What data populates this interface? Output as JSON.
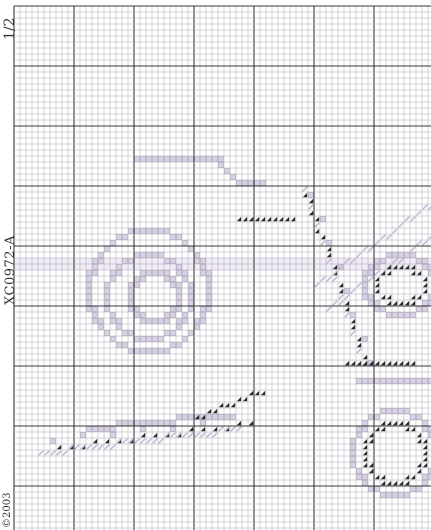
{
  "sheet": {
    "page_number": "1/2",
    "pattern_code": "XC0972-A",
    "copyright": "©2003"
  },
  "colors": {
    "paper": "#ffffff",
    "grid_minor": "#a8a8b4",
    "grid_major": "#3a3a3a",
    "stitch_outline": "#bdb4cb",
    "stitch_fill": "#d9d2e4",
    "stitch_dark": "#2a2a2a",
    "stitch_lavender": "#c7b8d8",
    "band_lavender": "#d6c8e6"
  },
  "chart_symbols": {
    "light": "rose outline cells",
    "dark": "triangle stitch cells",
    "lavender": "diagonal leaf cells"
  }
}
